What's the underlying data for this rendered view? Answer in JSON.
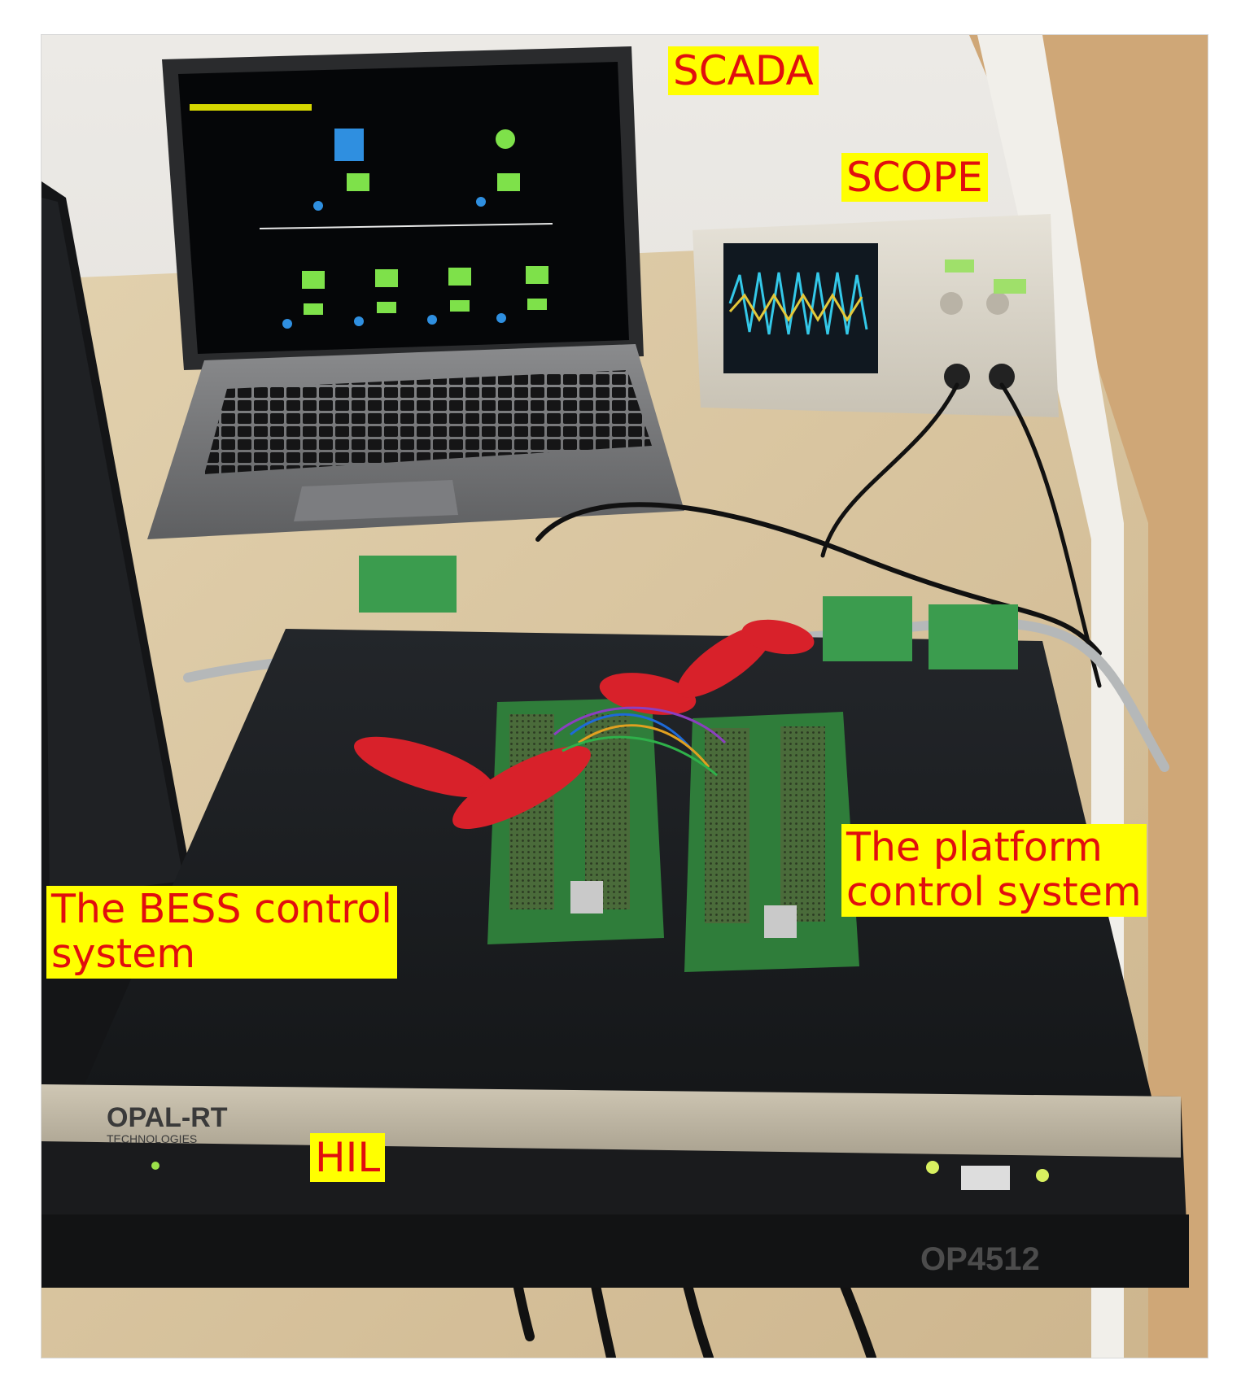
{
  "labels": {
    "scada": "SCADA",
    "scope": "SCOPE",
    "platform_control": "The platform\ncontrol system",
    "bess_control": "The BESS control\nsystem",
    "hil": "HIL"
  },
  "device_markings": {
    "simulator_brand": "OPAL-RT",
    "simulator_brand_sub": "TECHNOLOGIES",
    "simulator_model": "OP4512"
  },
  "colors": {
    "label_background": "#ffff00",
    "label_text": "#e10e0e",
    "desk": "#dcc9a6",
    "wall": "#e9e6e1",
    "simulator_body": "#1b1d20",
    "scope_body": "#dcd7cb",
    "laptop_body": "#6f6f71",
    "red_tape": "#d8212a",
    "pcb_green": "#2f7d3a"
  }
}
